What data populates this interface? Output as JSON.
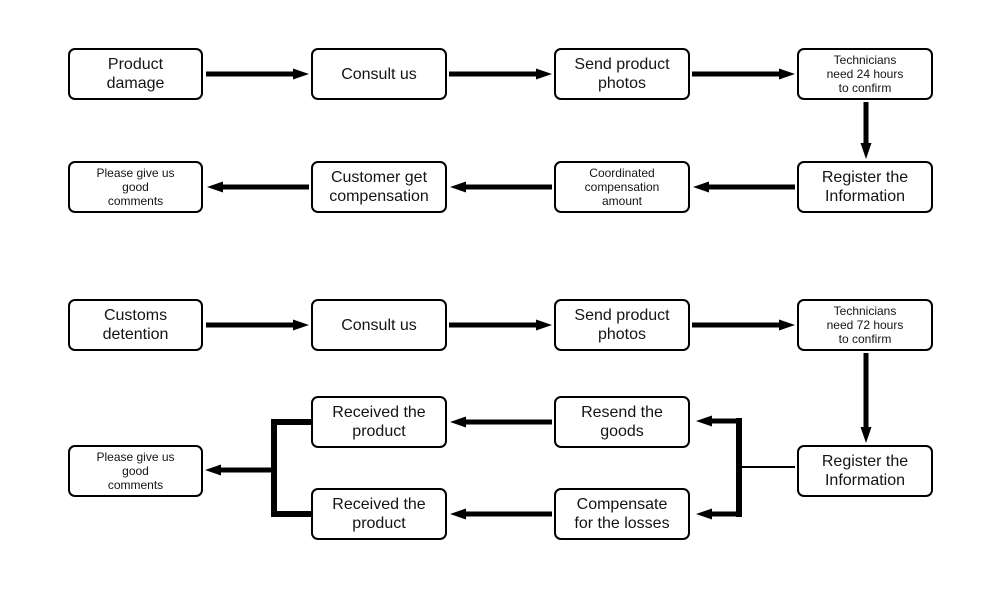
{
  "diagram": {
    "title_visible": false,
    "colors": {
      "background": "#ffffff",
      "line": "#000000",
      "box_fill": "#ffffff",
      "box_border": "#000000",
      "text": "#141414"
    },
    "flows": [
      {
        "name": "product-damage-claim-flow"
      },
      {
        "name": "customs-detention-claim-flow"
      }
    ]
  },
  "nodes": [
    {
      "id": "product-damage",
      "label": "Product\ndamage"
    },
    {
      "id": "consult-us-1",
      "label": "Consult us"
    },
    {
      "id": "send-product-photos-1",
      "label": "Send product\nphotos"
    },
    {
      "id": "technicians-24h",
      "label": "Technicians\nneed 24 hours\nto confirm"
    },
    {
      "id": "register-information-1",
      "label": "Register the\nInformation"
    },
    {
      "id": "coordinated-compensation",
      "label": "Coordinated\ncompensation\namount"
    },
    {
      "id": "customer-get-compensation",
      "label": "Customer get\ncompensation"
    },
    {
      "id": "good-comments-1",
      "label": "Please give us\ngood\ncomments"
    },
    {
      "id": "customs-detention",
      "label": "Customs\ndetention"
    },
    {
      "id": "consult-us-2",
      "label": "Consult us"
    },
    {
      "id": "send-product-photos-2",
      "label": "Send product\nphotos"
    },
    {
      "id": "technicians-72h",
      "label": "Technicians\nneed 72 hours\nto confirm"
    },
    {
      "id": "register-information-2",
      "label": "Register the\nInformation"
    },
    {
      "id": "received-product-1",
      "label": "Received the\nproduct"
    },
    {
      "id": "resend-goods",
      "label": "Resend the\ngoods"
    },
    {
      "id": "good-comments-2",
      "label": "Please give us\ngood\ncomments"
    },
    {
      "id": "received-product-2",
      "label": "Received the\nproduct"
    },
    {
      "id": "compensate-losses",
      "label": "Compensate\nfor the losses"
    }
  ],
  "edges": [
    {
      "from": "product-damage",
      "to": "consult-us-1"
    },
    {
      "from": "consult-us-1",
      "to": "send-product-photos-1"
    },
    {
      "from": "send-product-photos-1",
      "to": "technicians-24h"
    },
    {
      "from": "technicians-24h",
      "to": "register-information-1"
    },
    {
      "from": "register-information-1",
      "to": "coordinated-compensation"
    },
    {
      "from": "coordinated-compensation",
      "to": "customer-get-compensation"
    },
    {
      "from": "customer-get-compensation",
      "to": "good-comments-1"
    },
    {
      "from": "customs-detention",
      "to": "consult-us-2"
    },
    {
      "from": "consult-us-2",
      "to": "send-product-photos-2"
    },
    {
      "from": "send-product-photos-2",
      "to": "technicians-72h"
    },
    {
      "from": "technicians-72h",
      "to": "register-information-2"
    },
    {
      "from": "register-information-2",
      "to": "resend-goods"
    },
    {
      "from": "register-information-2",
      "to": "compensate-losses"
    },
    {
      "from": "resend-goods",
      "to": "received-product-1"
    },
    {
      "from": "compensate-losses",
      "to": "received-product-2"
    },
    {
      "from": "received-product-1",
      "to": "good-comments-2"
    },
    {
      "from": "received-product-2",
      "to": "good-comments-2"
    }
  ]
}
